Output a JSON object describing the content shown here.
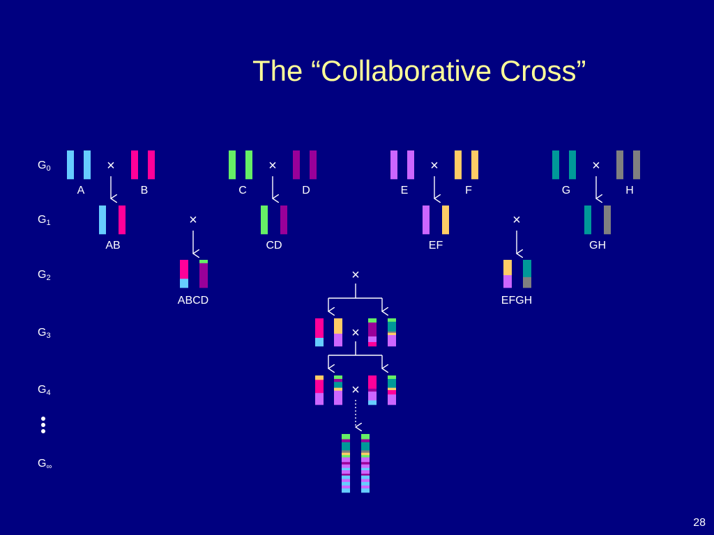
{
  "slide": {
    "title": "The “Collaborative Cross”",
    "page_number": "28"
  },
  "generations": [
    {
      "base": "G",
      "sub": "0"
    },
    {
      "base": "G",
      "sub": "1"
    },
    {
      "base": "G",
      "sub": "2"
    },
    {
      "base": "G",
      "sub": "3"
    },
    {
      "base": "G",
      "sub": "4"
    },
    {
      "base": "G",
      "sub": "∞"
    }
  ],
  "strains": {
    "founders": [
      "A",
      "B",
      "C",
      "D",
      "E",
      "F",
      "G",
      "H"
    ],
    "g1": [
      "AB",
      "CD",
      "EF",
      "GH"
    ],
    "g2": [
      "ABCD",
      "EFGH"
    ]
  },
  "symbols": {
    "cross": "×"
  },
  "colors": {
    "background": "#000080",
    "title": "#ffff99",
    "text": "#ffffff",
    "A": "#66ccff",
    "B": "#ff0099",
    "C": "#66ee66",
    "D": "#990099",
    "E": "#cc66ff",
    "F": "#ffcc66",
    "G": "#009999",
    "H": "#808080"
  }
}
